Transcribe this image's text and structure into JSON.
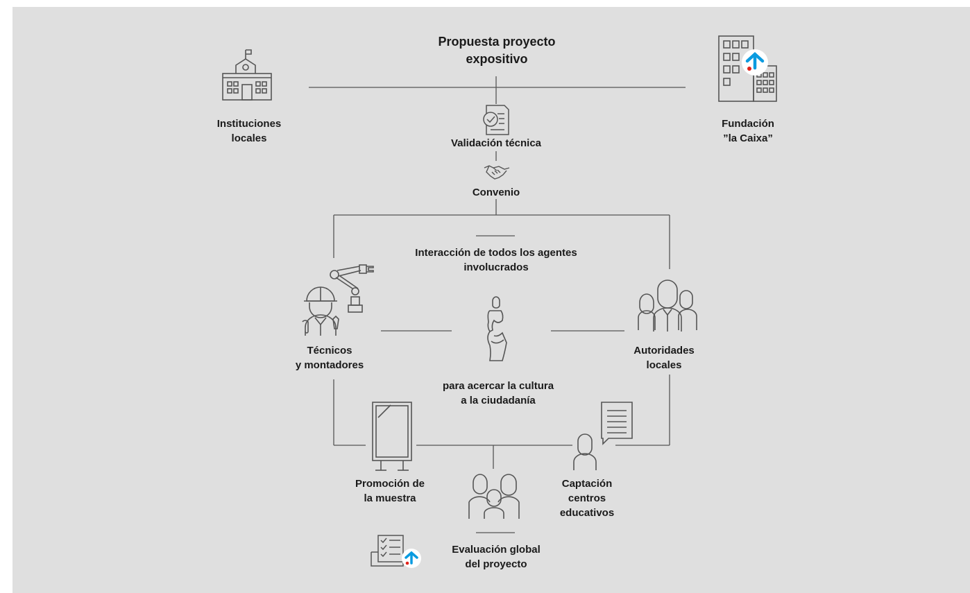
{
  "title": {
    "line1": "Propuesta proyecto",
    "line2": "expositivo"
  },
  "nodes": {
    "instituciones": {
      "line1": "Instituciones",
      "line2": "locales",
      "icon": "school-building-icon"
    },
    "fundacion": {
      "line1": "Fundación",
      "line2": "”la Caixa”",
      "icon": "office-building-caixa-icon"
    },
    "validacion": {
      "line1": "Validación técnica",
      "icon": "checklist-document-icon"
    },
    "convenio": {
      "line1": "Convenio",
      "icon": "handshake-icon"
    },
    "interaccion": {
      "line1": "Interacción de todos los agentes",
      "line2": "involucrados"
    },
    "tecnicos": {
      "line1": "Técnicos",
      "line2": "y montadores",
      "icon": "worker-robot-arm-icon"
    },
    "autoridades": {
      "line1": "Autoridades",
      "line2": "locales",
      "icon": "group-of-people-icon"
    },
    "cultura": {
      "line1": "para acercar la cultura",
      "line2": "a la ciudadanía",
      "icon": "venus-statue-icon"
    },
    "promocion": {
      "line1": "Promoción de",
      "line2": "la muestra",
      "icon": "display-panel-icon"
    },
    "captacion": {
      "line1": "Captación",
      "line2": "centros",
      "line3": "educativos",
      "icon": "person-speech-bubble-icon"
    },
    "evaluacion": {
      "line1": "Evaluación global",
      "line2": "del proyecto",
      "icon": "family-icon"
    },
    "evaluacion_doc": {
      "icon": "checklist-caixa-icon"
    }
  },
  "colors": {
    "background": "#dfdfdf",
    "line": "#555555",
    "icon": "#555555",
    "caixa_blue": "#0a9be0",
    "caixa_red": "#e2231a",
    "text": "#1a1a1a"
  }
}
